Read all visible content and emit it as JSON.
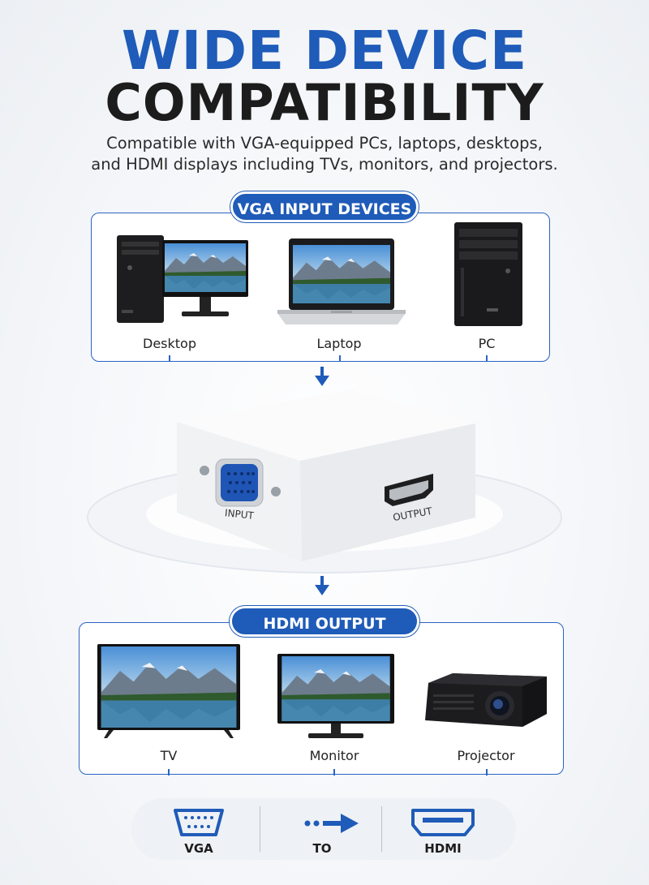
{
  "header": {
    "line1": "WIDE DEVICE",
    "line2": "COMPATIBILITY",
    "subtitle_line1": "Compatible with VGA-equipped PCs, laptops, desktops,",
    "subtitle_line2": "and HDMI displays including TVs, monitors, and projectors."
  },
  "input_section": {
    "title": "VGA INPUT DEVICES",
    "devices": [
      {
        "label": "Desktop",
        "icon": "desktop-computer-icon"
      },
      {
        "label": "Laptop",
        "icon": "laptop-icon"
      },
      {
        "label": "PC",
        "icon": "pc-tower-icon"
      }
    ]
  },
  "adapter": {
    "input_label": "INPUT",
    "output_label": "OUTPUT"
  },
  "output_section": {
    "title": "HDMI OUTPUT DEVICES",
    "devices": [
      {
        "label": "TV",
        "icon": "tv-icon"
      },
      {
        "label": "Monitor",
        "icon": "monitor-icon"
      },
      {
        "label": "Projector",
        "icon": "projector-icon"
      }
    ]
  },
  "conversion": {
    "from": "VGA",
    "to": "TO",
    "target": "HDMI"
  },
  "colors": {
    "accent": "#1f5bb8",
    "text": "#1c1c1c"
  }
}
